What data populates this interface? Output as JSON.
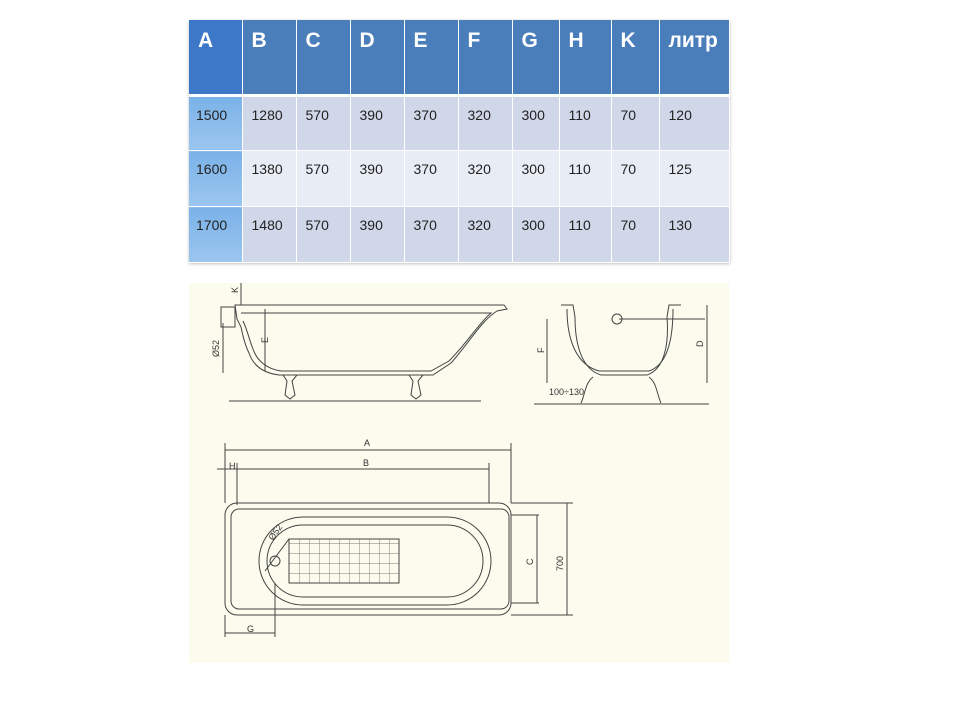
{
  "table": {
    "headers": [
      "A",
      "B",
      "C",
      "D",
      "E",
      "F",
      "G",
      "H",
      "K",
      "литр"
    ],
    "rows": [
      [
        "1500",
        "1280",
        "570",
        "390",
        "370",
        "320",
        "300",
        "110",
        "70",
        "120"
      ],
      [
        "1600",
        "1380",
        "570",
        "390",
        "370",
        "320",
        "300",
        "110",
        "70",
        "125"
      ],
      [
        "1700",
        "1480",
        "570",
        "390",
        "370",
        "320",
        "300",
        "110",
        "70",
        "130"
      ]
    ]
  },
  "drawing": {
    "labels": {
      "k": "K",
      "e": "E",
      "diam_side": "Ø52",
      "f": "F",
      "d": "D",
      "feet": "100÷130",
      "a": "A",
      "h": "H",
      "b": "B",
      "diam_top": "Ø52",
      "c": "C",
      "w700": "700",
      "g": "G"
    }
  },
  "colors": {
    "header_blue": "#4a7ebb",
    "first_column_blue": "#7ab2e8",
    "row_light": "#e8ecf4",
    "row_dark": "#cfd7e8",
    "drawing_bg": "#fbfbee"
  }
}
